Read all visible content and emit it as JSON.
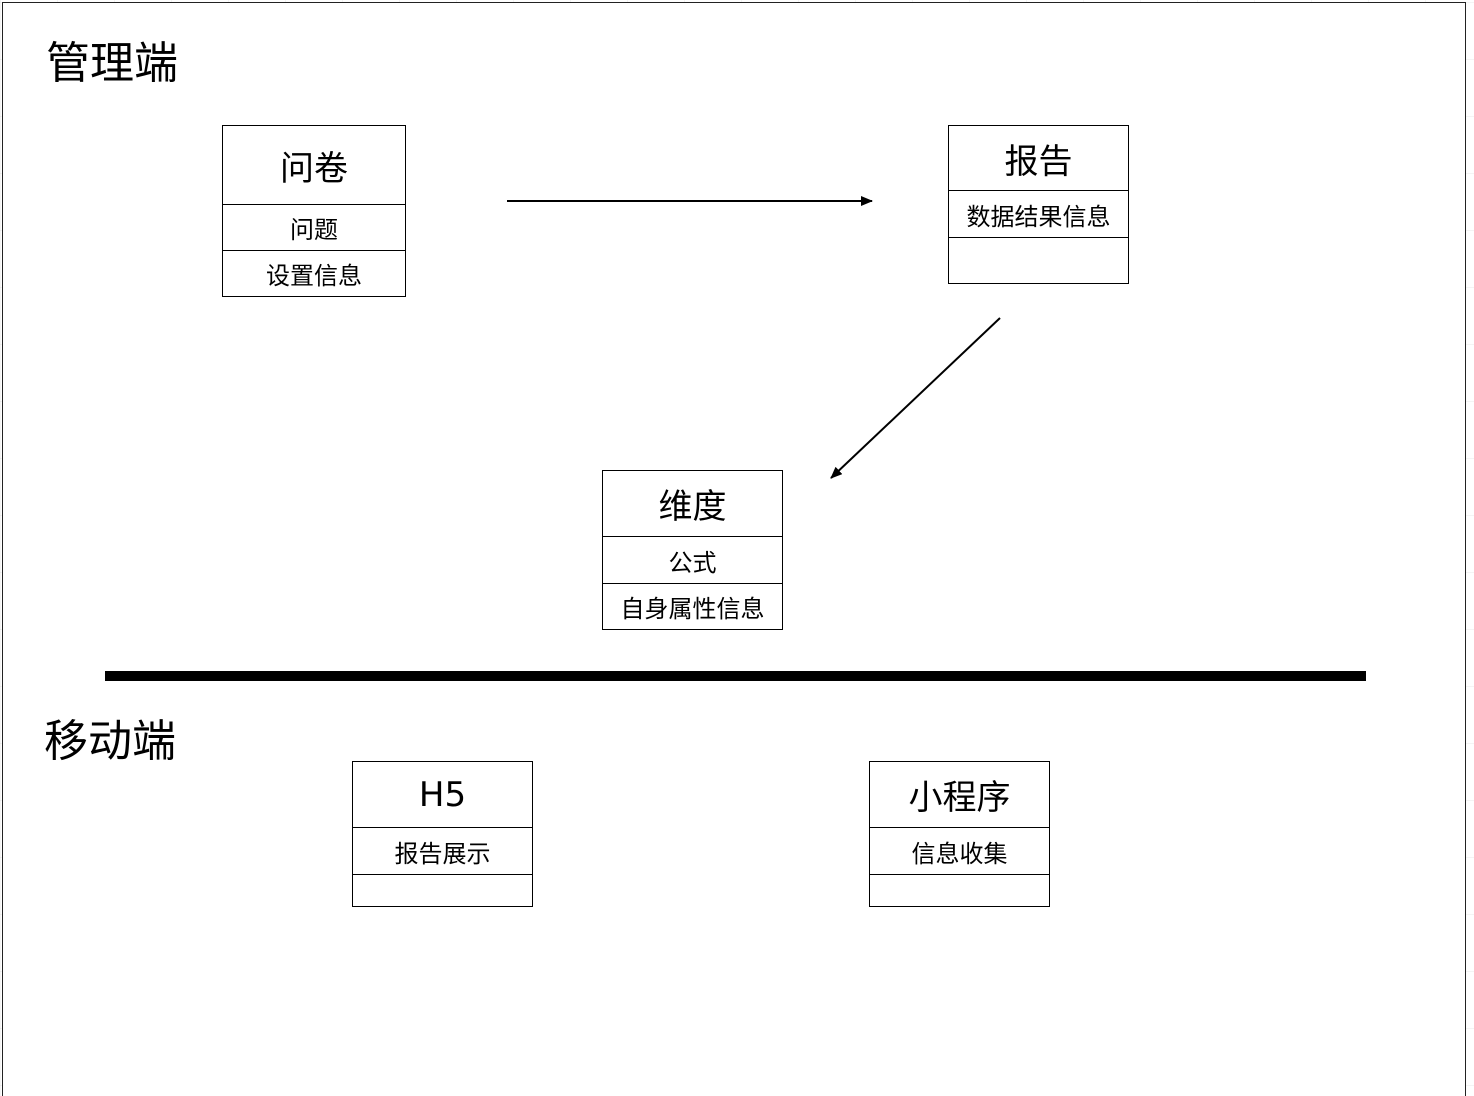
{
  "sections": {
    "admin_title": "管理端",
    "mobile_title": "移动端"
  },
  "boxes": {
    "questionnaire": {
      "title": "问卷",
      "rows": [
        "问题",
        "设置信息"
      ]
    },
    "report": {
      "title": "报告",
      "rows": [
        "数据结果信息",
        ""
      ]
    },
    "dimension": {
      "title": "维度",
      "rows": [
        "公式",
        "自身属性信息"
      ]
    },
    "h5": {
      "title": "H5",
      "rows": [
        "报告展示",
        ""
      ]
    },
    "miniprogram": {
      "title": "小程序",
      "rows": [
        "信息收集",
        ""
      ]
    }
  },
  "connectors": [
    {
      "from": "questionnaire",
      "to": "report"
    },
    {
      "from": "report",
      "to": "dimension"
    }
  ],
  "colors": {
    "line": "#000000",
    "background": "#ffffff"
  }
}
